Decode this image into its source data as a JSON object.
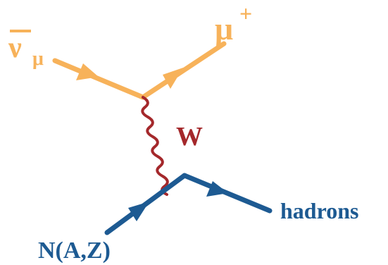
{
  "diagram": {
    "type": "feynman-diagram",
    "labels": {
      "antineutrino_symbol": "ν",
      "antineutrino_subscript": "μ",
      "muon_symbol": "μ",
      "muon_superscript": "+",
      "boson": "W",
      "nucleus": "N(A,Z)",
      "hadrons": "hadrons"
    },
    "particles": [
      {
        "name": "antineutrino-muon",
        "line": "fermion",
        "color": "#F7B25A"
      },
      {
        "name": "muon-plus",
        "line": "fermion",
        "color": "#F7B25A"
      },
      {
        "name": "w-boson",
        "line": "boson-wavy",
        "color": "#A4282B"
      },
      {
        "name": "nucleus",
        "line": "fermion",
        "color": "#1D5A92"
      },
      {
        "name": "hadrons",
        "line": "fermion",
        "color": "#1D5A92"
      }
    ],
    "colors": {
      "lepton": "#F7B25A",
      "boson": "#A4282B",
      "hadron": "#1D5A92"
    }
  }
}
